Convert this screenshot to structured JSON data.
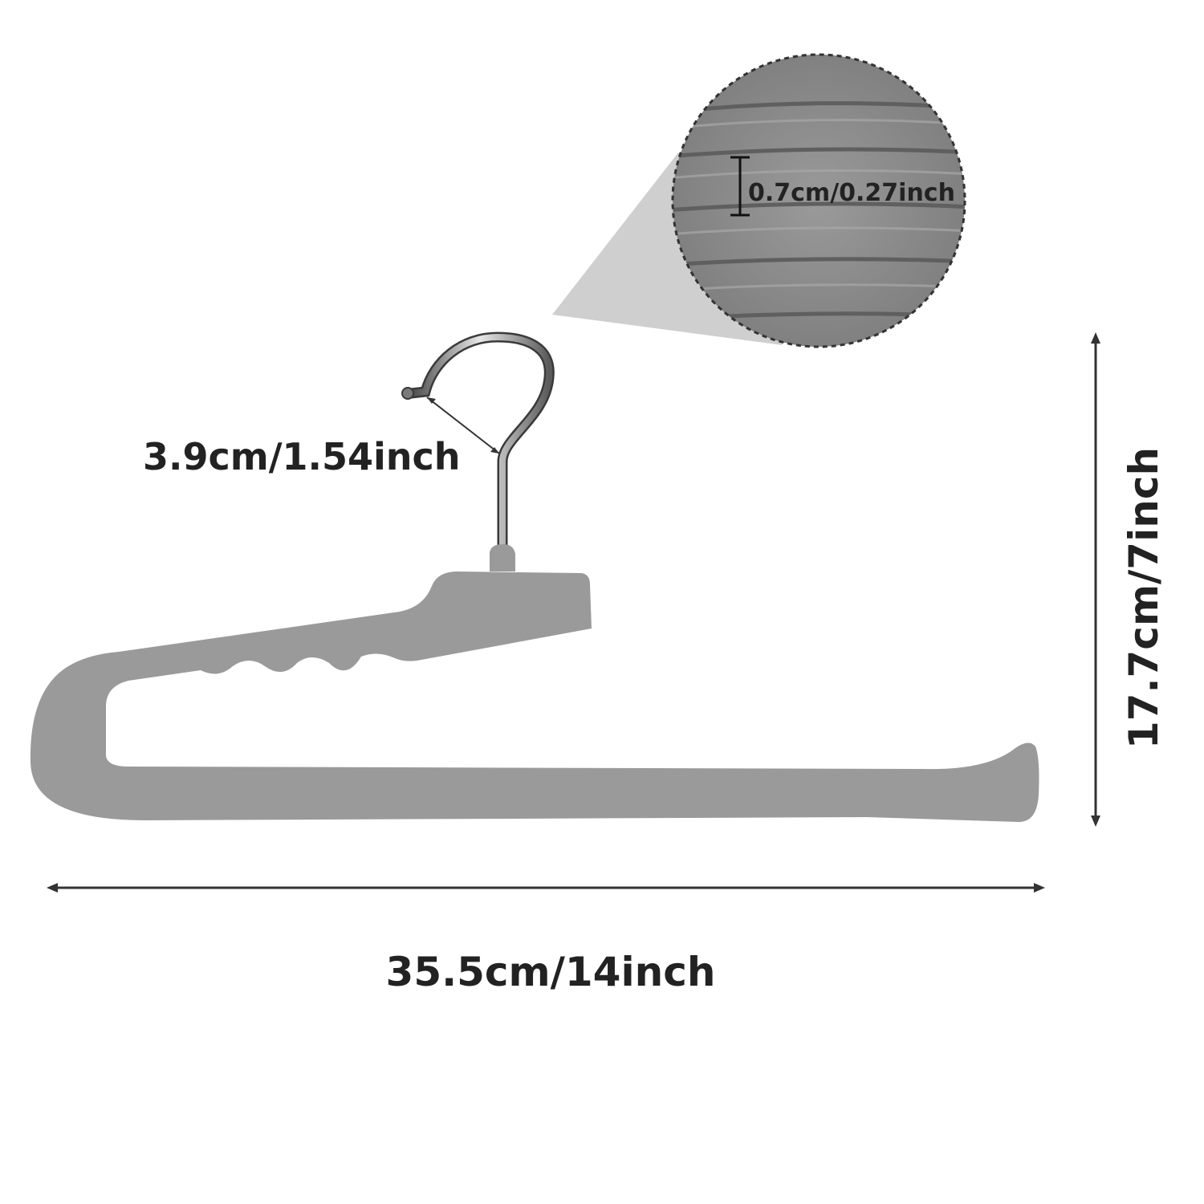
{
  "dimensions": {
    "hook_opening": "3.9cm/1.54inch",
    "height": "17.7cm/7inch",
    "width": "35.5cm/14inch",
    "flocking_rib_spacing": "0.7cm/0.27inch"
  },
  "colors": {
    "hanger_body": "#9a9a9a",
    "zoom_background": "#8a8a8a",
    "zoom_rib_dark": "#5f5f5f",
    "zoom_cone": "#cfcfcf",
    "dimension_line": "#333333",
    "text": "#222222"
  }
}
